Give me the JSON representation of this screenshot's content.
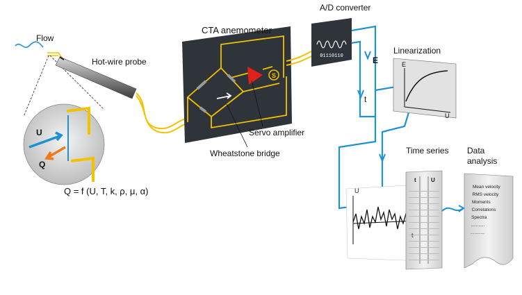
{
  "labels": {
    "flow": "Flow",
    "hot_wire_probe": "Hot-wire probe",
    "cta_anemometer": "CTA anemometer",
    "ad_converter": "A/D converter",
    "ad_digits": "01110110",
    "e": "E",
    "t": "t",
    "linearization": "Linearization",
    "lin_axis_e": "E",
    "lin_axis_u": "U",
    "servo_amplifier": "Servo amplifier",
    "wheatstone_bridge": "Wheatstone bridge",
    "time_series": "Time series",
    "data_analysis_line1": "Data",
    "data_analysis_line2": "analysis",
    "formula": "Q = f (U, T, k, ρ, μ, α)",
    "inset_u": "U",
    "inset_q": "Q",
    "signal_u": "U",
    "signal_t": "t",
    "ts_col_t": "t",
    "ts_col_u": "U",
    "servo_symbol": "S"
  },
  "analysis_items": [
    "Mean velocity",
    "RMS velocity",
    "Moments",
    "Correlations",
    "Spectra",
    "...........",
    "..........."
  ],
  "colors": {
    "wire_yellow": "#f2c100",
    "signal_blue": "#1e90d6",
    "panel_dark": "#2f343a",
    "servo_red": "#e0201a",
    "probe_gray": "#8a8a8a"
  }
}
